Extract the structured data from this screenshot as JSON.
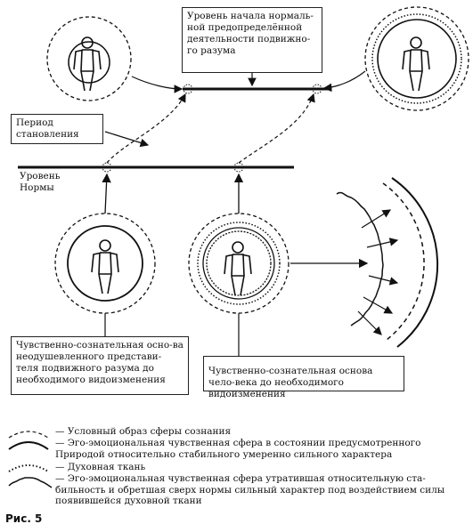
{
  "boxes": {
    "top": "Уровень начала нормаль-ной предопределённой деятельности подвижно-го разума",
    "period": "Период становления",
    "left_bottom": "Чувственно-сознательная осно-ва неодушевленного представи-теля подвижного разума до необходимого видоизменения",
    "right_bottom": "Чувственно-сознательная основа чело-века до необходимого видоизменения"
  },
  "labels": {
    "norm_level": "Уровень Нормы"
  },
  "legend": [
    {
      "symbol": "dashed-arc",
      "text": "— Условный образ сферы сознания"
    },
    {
      "symbol": "solid-arc",
      "text": "— Эго-эмоциональная чувственная сфера в состоянии предусмотренного Природой относительно стабильного умеренно сильного характера"
    },
    {
      "symbol": "dotted-arc",
      "text": "— Духовная ткань"
    },
    {
      "symbol": "wavy-arc",
      "text": "— Эго-эмоциональная чувственная сфера утратившая относительную ста-бильность и обретшая сверх нормы сильный характер под воздействием силы появившейся духовной ткани"
    }
  ],
  "figure_caption": "Рис. 5"
}
